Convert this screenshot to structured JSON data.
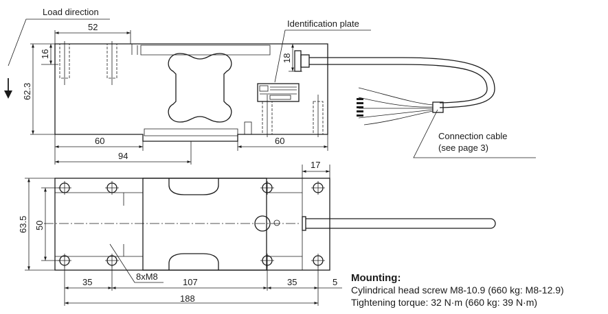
{
  "labels": {
    "load_direction": "Load direction",
    "identification_plate": "Identification plate",
    "connection_cable_line1": "Connection cable",
    "connection_cable_line2": "(see page 3)",
    "screws": "8xM8"
  },
  "dimensions": {
    "d52": "52",
    "d16": "16",
    "d62_3": "62.3",
    "d18": "18",
    "d60_left": "60",
    "d94": "94",
    "d60_right": "60",
    "d17": "17",
    "d63_5": "63.5",
    "d50": "50",
    "d35_left": "35",
    "d107": "107",
    "d35_right": "35",
    "d5": "5",
    "d188": "188"
  },
  "mounting": {
    "title": "Mounting:",
    "line1": "Cylindrical head screw M8-10.9 (660 kg: M8-12.9)",
    "line2": "Tightening torque: 32 N·m (660 kg: 39 N·m)"
  },
  "icons": {
    "arrow": "load-arrow-icon"
  }
}
